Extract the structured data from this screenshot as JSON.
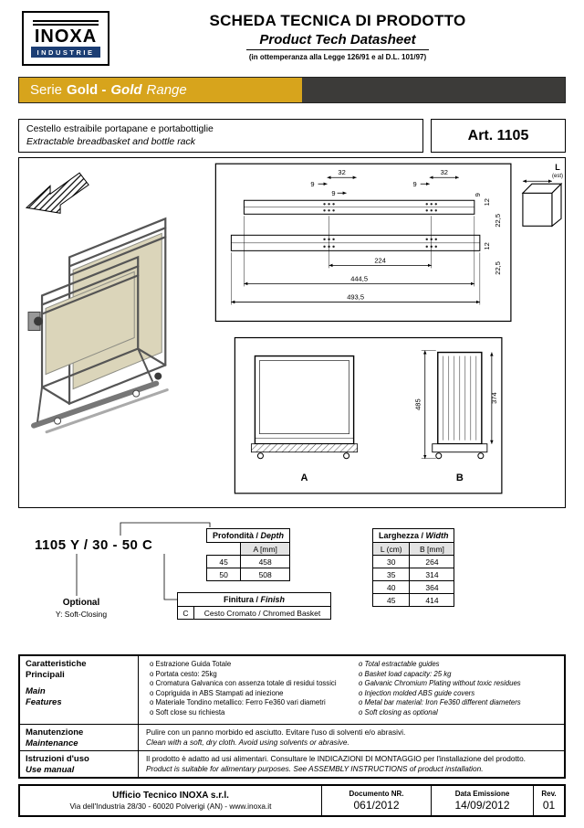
{
  "header": {
    "logo_name": "INOXA",
    "logo_sub": "INDUSTRIE",
    "title": "SCHEDA TECNICA DI PRODOTTO",
    "subtitle": "Product Tech Datasheet",
    "law_note": "(in ottemperanza alla Legge 126/91 e al D.L. 101/97)"
  },
  "banner": {
    "part_serie": "Serie",
    "part_gold_bold": "Gold -",
    "part_gold_italic": "Gold",
    "part_range": "Range"
  },
  "product": {
    "desc_it": "Cestello estraibile portapane e portabottiglie",
    "desc_en": "Extractable breadbasket and bottle rack",
    "art": "Art. 1105"
  },
  "drawing": {
    "dims": {
      "d9_a": "9",
      "d32_a": "32",
      "d9_b": "9",
      "d9_c": "9",
      "d32_b": "32",
      "d9_d": "9",
      "d12_a": "12",
      "d22_5_a": "22,5",
      "d12_b": "12",
      "d22_5_b": "22,5",
      "d224": "224",
      "d444_5": "444,5",
      "d493_5": "493,5",
      "h485": "485",
      "h374": "374"
    },
    "l_label": "L",
    "l_sub": "(est)",
    "view_a": "A",
    "view_b": "B"
  },
  "code": {
    "code_text": "1105 Y / 30 - 50 C",
    "optional_label": "Optional",
    "optional_value": "Y: Soft-Closing",
    "depth": {
      "title_it": "Profondità /",
      "title_en": "Depth",
      "col_header": "A [mm]",
      "rows": [
        [
          "45",
          "458"
        ],
        [
          "50",
          "508"
        ]
      ]
    },
    "width": {
      "title_it": "Larghezza /",
      "title_en": "Width",
      "col1": "L (cm)",
      "col2": "B [mm]",
      "rows": [
        [
          "30",
          "264"
        ],
        [
          "35",
          "314"
        ],
        [
          "40",
          "364"
        ],
        [
          "45",
          "414"
        ]
      ]
    },
    "finish": {
      "title_it": "Finitura /",
      "title_en": "Finish",
      "code": "C",
      "value": "Cesto Cromato / Chromed Basket"
    }
  },
  "specs": {
    "label_it_1": "Caratteristiche",
    "label_it_2": "Principali",
    "label_en_1": "Main",
    "label_en_2": "Features",
    "items_it": [
      "Estrazione Guida Totale",
      "Portata cesto: 25kg",
      "Cromatura Galvanica con assenza totale di residui tossici",
      "Copriguida in ABS Stampati ad iniezione",
      "Materiale Tondino metallico: Ferro Fe360 vari diametri",
      "Soft close su richiesta"
    ],
    "items_en": [
      "Total estractable guides",
      "Basket load capacity: 25 kg",
      "Galvanic Chromium Plating without toxic residues",
      "Injection molded ABS guide covers",
      "Metal bar material: Iron Fe360 different diameters",
      "Soft closing as optional"
    ]
  },
  "maintenance": {
    "label_it": "Manutenzione",
    "label_en": "Maintenance",
    "text_it": "Pulire con un panno morbido ed asciutto. Evitare l'uso di solventi e/o abrasivi.",
    "text_en": "Clean with a soft, dry cloth. Avoid using solvents or abrasive."
  },
  "usage": {
    "label_it": "Istruzioni d'uso",
    "label_en": "Use manual",
    "text_it": "Il prodotto è adatto ad usi alimentari. Consultare le INDICAZIONI DI MONTAGGIO per l'installazione del prodotto.",
    "text_en": "Product is suitable for alimentary purposes. See ASSEMBLY INSTRUCTIONS of product installation."
  },
  "footer": {
    "office": "Ufficio Tecnico INOXA s.r.l.",
    "address": "Via dell'Industria 28/30 - 60020 Polverigi (AN) - www.inoxa.it",
    "doc_label": "Documento NR.",
    "doc_value": "061/2012",
    "date_label": "Data Emissione",
    "date_value": "14/09/2012",
    "rev_label": "Rev.",
    "rev_value": "01"
  },
  "colors": {
    "gold": "#D7A41C",
    "dark": "#3C3B39",
    "navy": "#1C3E74",
    "beige": "#DBD5BA"
  }
}
